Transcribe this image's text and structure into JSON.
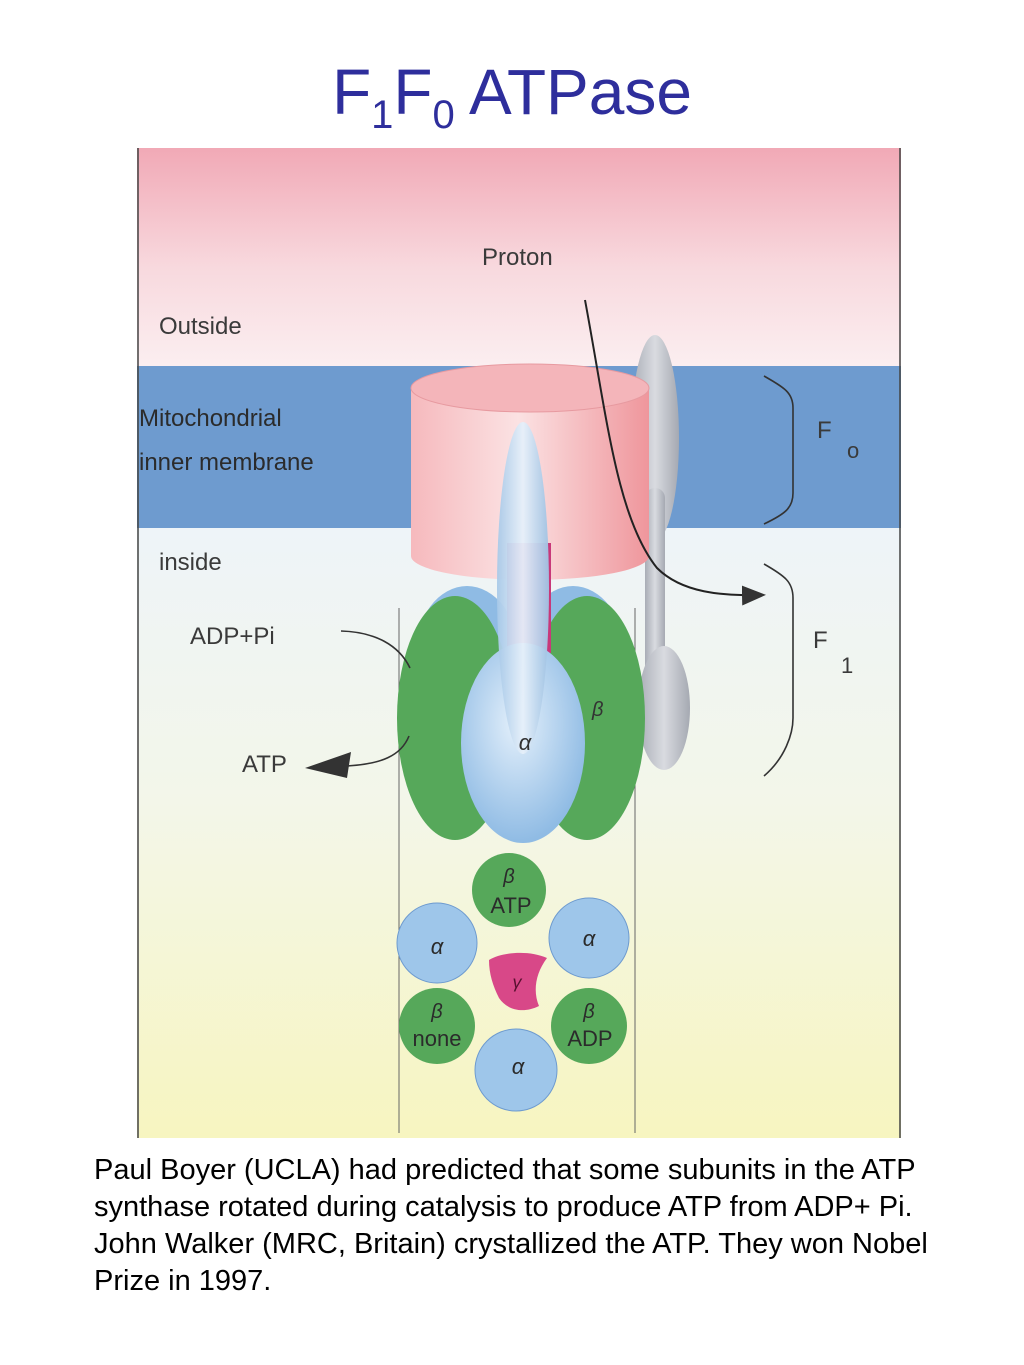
{
  "title": {
    "base1": "F",
    "sub1": "1",
    "base2": "F",
    "sub2": "0",
    "rest": " ATPase"
  },
  "diagram": {
    "labels": {
      "proton": "Proton",
      "outside": "Outside",
      "membrane_line1": "Mitochondrial",
      "membrane_line2": "inner membrane",
      "inside": "inside",
      "adp_pi": "ADP+Pi",
      "atp": "ATP",
      "f0_letter": "F",
      "f0_sub": "o",
      "f1_letter": "F",
      "f1_sub": "1"
    },
    "subunit_labels": {
      "beta": "β",
      "alpha": "α",
      "gamma": "γ"
    },
    "ring": {
      "top": {
        "greek": "β",
        "state": "ATP"
      },
      "right_upper": {
        "greek": "α"
      },
      "right_lower": {
        "greek": "β",
        "state": "ADP"
      },
      "bottom": {
        "greek": "α"
      },
      "left_lower": {
        "greek": "β",
        "state": "none"
      },
      "left_upper": {
        "greek": "α"
      },
      "center": {
        "greek": "γ"
      }
    },
    "colors": {
      "outside_band": "#f4b6c0",
      "membrane": "#6e9bcf",
      "inside_top": "#eef4f8",
      "inside_bottom": "#f7f5c0",
      "rotor_pink": "#f2a0a6",
      "beta_green": "#56a85a",
      "alpha_blue": "#9ec6ea",
      "gamma_magenta": "#c8387a",
      "stator_gray": "#b9bcc4",
      "label_text": "#3a3a3a"
    }
  },
  "caption": "Paul Boyer (UCLA) had predicted that some subunits in the ATP synthase rotated during catalysis to produce ATP from ADP+ Pi. John Walker (MRC, Britain) crystallized the ATP. They won Nobel Prize in 1997."
}
